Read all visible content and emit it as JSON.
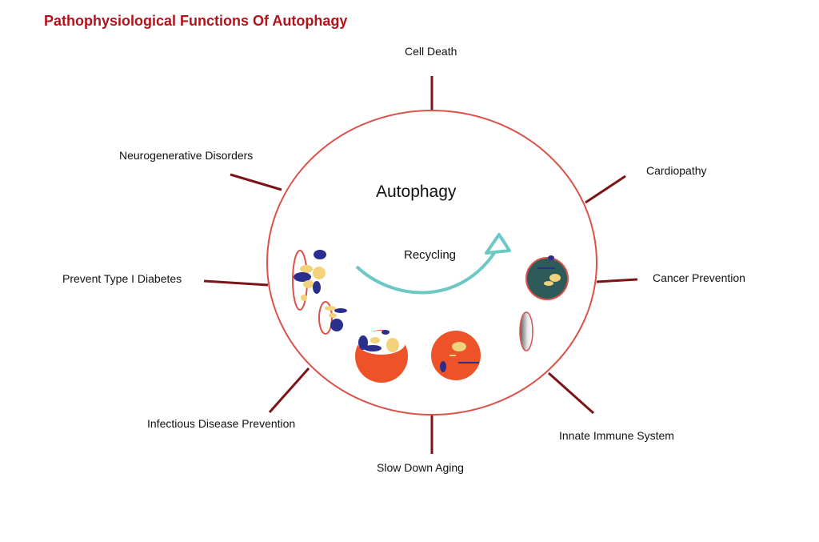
{
  "title": "Pathophysiological Functions Of Autophagy",
  "center": {
    "label": "Autophagy",
    "process_label": "Recycling"
  },
  "functions": [
    {
      "id": "cell-death",
      "label": "Cell Death"
    },
    {
      "id": "cardiopathy",
      "label": "Cardiopathy"
    },
    {
      "id": "cancer-prevention",
      "label": "Cancer Prevention"
    },
    {
      "id": "innate-immune-system",
      "label": "Innate Immune System"
    },
    {
      "id": "slow-down-aging",
      "label": "Slow Down Aging"
    },
    {
      "id": "infectious-disease-prevention",
      "label": "Infectious Disease Prevention"
    },
    {
      "id": "prevent-type-1-diabetes",
      "label": "Prevent Type I Diabetes"
    },
    {
      "id": "neurogenerative-disorders",
      "label": "Neurogenerative Disorders"
    }
  ],
  "colors": {
    "title": "#b3121b",
    "spokes": "#7a1417",
    "circle_outline": "#d9534a",
    "arrow": "#6cc8c4",
    "vesicle_orange": "#ee5228",
    "cargo_blue": "#2a2e8c",
    "cargo_yellow": "#f2d27a",
    "lysosome_dark": "#2f5a5a"
  }
}
